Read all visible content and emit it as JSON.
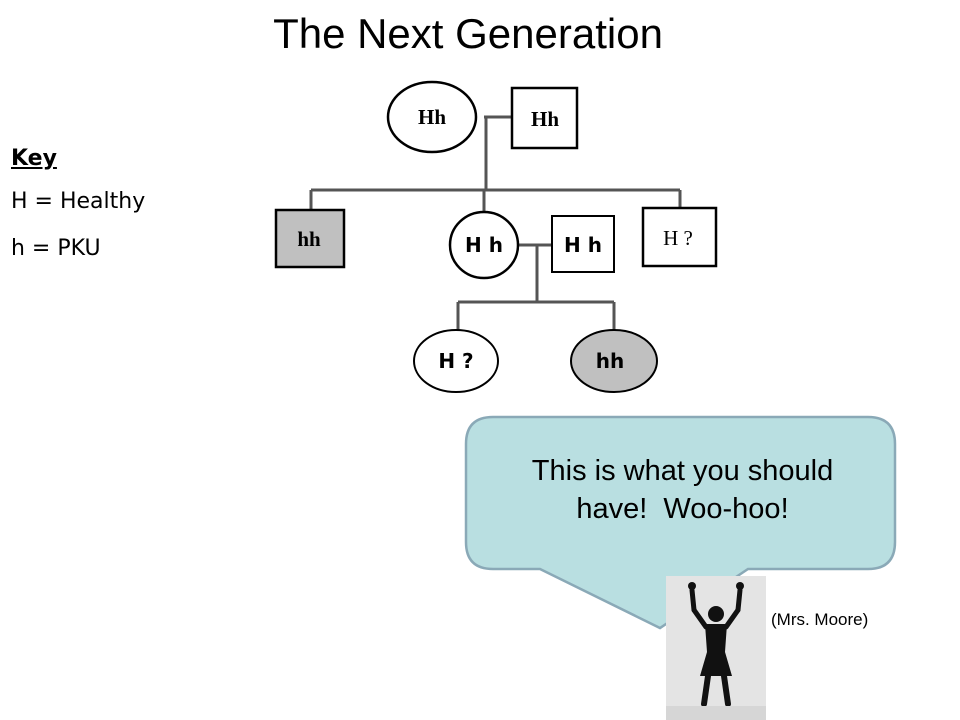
{
  "title": "The Next Generation",
  "key": {
    "heading": "Key",
    "lines": [
      "H = Healthy",
      "h = PKU"
    ]
  },
  "pedigree": {
    "grandmother": "Hh",
    "grandfather": "Hh",
    "child_affected": "hh",
    "child_mother": "H h",
    "child_unknown": "H ?",
    "spouse": "H h",
    "grandchild_unknown": "H ?",
    "grandchild_affected": "hh"
  },
  "speech": {
    "line1": "This is what you should",
    "line2": "have!  Woo-hoo!"
  },
  "credit": "(Mrs. Moore)",
  "colors": {
    "bubble_fill": "#b9dfe1",
    "bubble_stroke": "#8aa9b7",
    "affected_fill": "#c0c0c0",
    "line": "#555555"
  }
}
